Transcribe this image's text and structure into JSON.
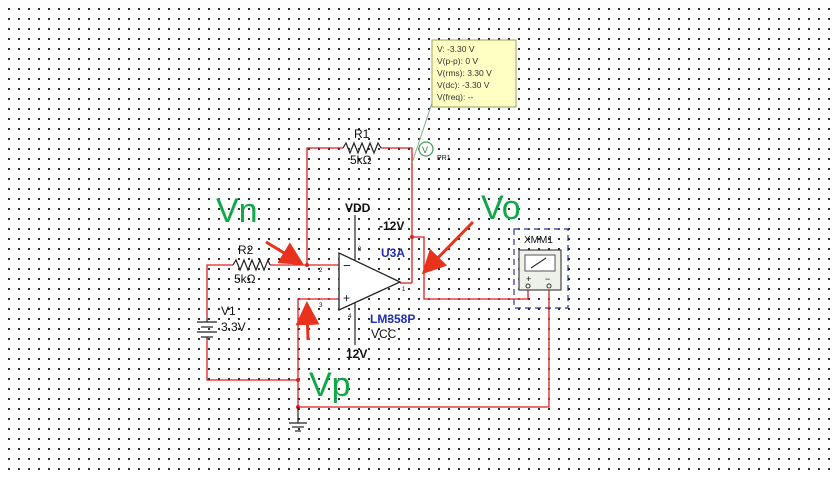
{
  "probe": {
    "readings": [
      "V: -3.30 V",
      "V(p-p): 0 V",
      "V(rms): 3.30 V",
      "V(dc): -3.30 V",
      "V(freq): --"
    ],
    "symbol": "V",
    "name": "PR1"
  },
  "r1": {
    "name": "R1",
    "value": "5kΩ"
  },
  "r2": {
    "name": "R2",
    "value": "5kΩ"
  },
  "v1": {
    "name": "V1",
    "value": "3.3V"
  },
  "opamp": {
    "name": "U3A",
    "part": "LM358P",
    "vdd": "VDD",
    "vdd_value": "-12V",
    "vcc": "VCC",
    "vcc_value": "12V",
    "pins": {
      "inv": "2",
      "noninv": "3",
      "out": "1",
      "top": "8",
      "bottom": "4"
    },
    "minus_sign": "−",
    "plus_sign": "+"
  },
  "multimeter": {
    "name": "XMM1",
    "plus": "+",
    "minus": "−"
  },
  "annotations": {
    "vn": "Vn",
    "vo": "Vo",
    "vp": "Vp"
  },
  "colors": {
    "wire": "#e02020",
    "annotation": "#11a84a",
    "arrow": "#e8321c",
    "part_label": "#1f2fb5"
  }
}
